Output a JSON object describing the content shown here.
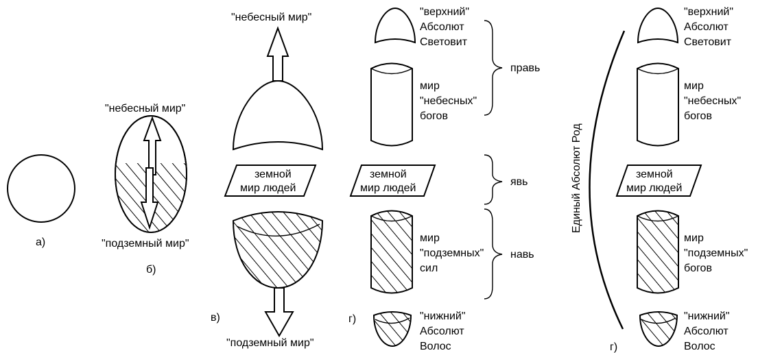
{
  "a": {
    "label": "а)"
  },
  "b": {
    "top_label": "\"небесный мир\"",
    "bottom_label": "\"подземный мир\"",
    "label": "б)"
  },
  "v": {
    "top_label": "\"небесный мир\"",
    "earth_line1": "земной",
    "earth_line2": "мир людей",
    "bottom_label": "\"подземный мир\"",
    "label": "в)"
  },
  "g1": {
    "upper_abs": [
      "\"верхний\"",
      "Абсолют",
      "Световит"
    ],
    "heaven": [
      "мир",
      "\"небесных\"",
      "богов"
    ],
    "earth_line1": "земной",
    "earth_line2": "мир людей",
    "under": [
      "мир",
      "\"подземных\"",
      "сил"
    ],
    "lower_abs": [
      "\"нижний\"",
      "Абсолют",
      "Волос"
    ],
    "prav": "правь",
    "yav": "явь",
    "nav": "навь",
    "label": "г)"
  },
  "g2": {
    "rod": "Единый Абсолют Род",
    "upper_abs": [
      "\"верхний\"",
      "Абсолют",
      "Световит"
    ],
    "heaven": [
      "мир",
      "\"небесных\"",
      "богов"
    ],
    "earth_line1": "земной",
    "earth_line2": "мир людей",
    "under": [
      "мир",
      "\"подземных\"",
      "богов"
    ],
    "lower_abs": [
      "\"нижний\"",
      "Абсолют",
      "Волос"
    ],
    "label": "г)"
  }
}
